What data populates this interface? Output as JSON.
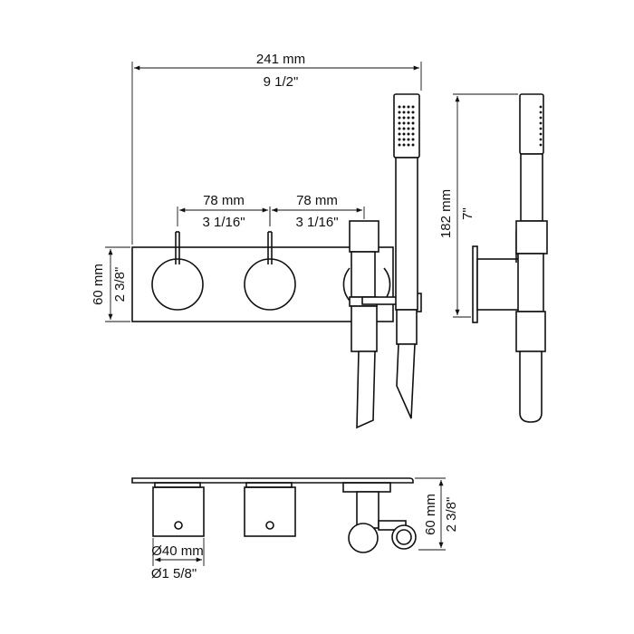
{
  "dimensions": {
    "total_width_mm": "241 mm",
    "total_width_in": "9 1/2\"",
    "spacing1_mm": "78 mm",
    "spacing1_in": "3 1/16\"",
    "spacing2_mm": "78 mm",
    "spacing2_in": "3 1/16\"",
    "plate_height_mm": "60 mm",
    "plate_height_in": "2 3/8\"",
    "side_height_mm": "182 mm",
    "side_height_in": "7\"",
    "depth_mm": "60 mm",
    "depth_in": "2 3/8\"",
    "knob_diameter_mm": "Ø40 mm",
    "knob_diameter_in": "Ø1 5/8\""
  }
}
